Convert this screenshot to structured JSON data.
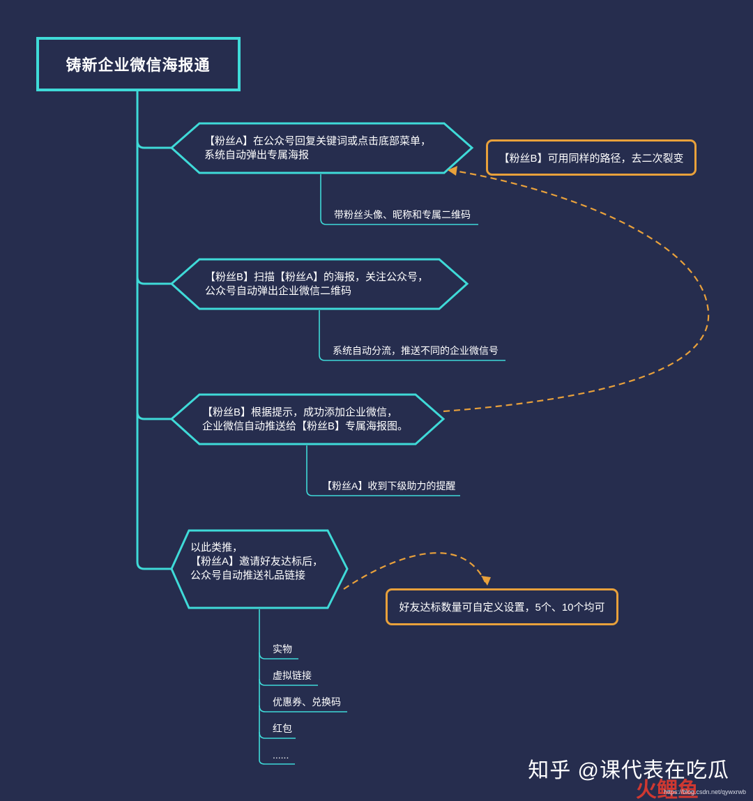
{
  "colors": {
    "background": "#262d4e",
    "cyan": "#3fdad8",
    "orange": "#e9a13b",
    "text": "#ffffff"
  },
  "root": {
    "title": "铸新企业微信海报通"
  },
  "steps": [
    {
      "lines": [
        "【粉丝A】在公众号回复关键词或点击底部菜单，",
        "系统自动弹出专属海报"
      ],
      "children": [
        "带粉丝头像、昵称和专属二维码"
      ]
    },
    {
      "lines": [
        "【粉丝B】扫描【粉丝A】的海报，关注公众号，",
        "公众号自动弹出企业微信二维码"
      ],
      "children": [
        "系统自动分流，推送不同的企业微信号"
      ]
    },
    {
      "lines": [
        "【粉丝B】根据提示，成功添加企业微信，",
        "企业微信自动推送给【粉丝B】专属海报图。"
      ],
      "children": [
        "【粉丝A】收到下级助力的提醒"
      ]
    },
    {
      "lines": [
        "以此类推，",
        "【粉丝A】邀请好友达标后，",
        "公众号自动推送礼品链接"
      ],
      "children": [
        "实物",
        "虚拟链接",
        "优惠券、兑换码",
        "红包",
        "......"
      ]
    }
  ],
  "notes": [
    {
      "text": "【粉丝B】可用同样的路径，去二次裂变"
    },
    {
      "text": "好友达标数量可自定义设置，5个、10个均可"
    }
  ],
  "watermark": {
    "text": "知乎 @课代表在吃瓜",
    "logo": "火鲤鱼",
    "url": "https://blog.csdn.net/qywxrwb"
  }
}
